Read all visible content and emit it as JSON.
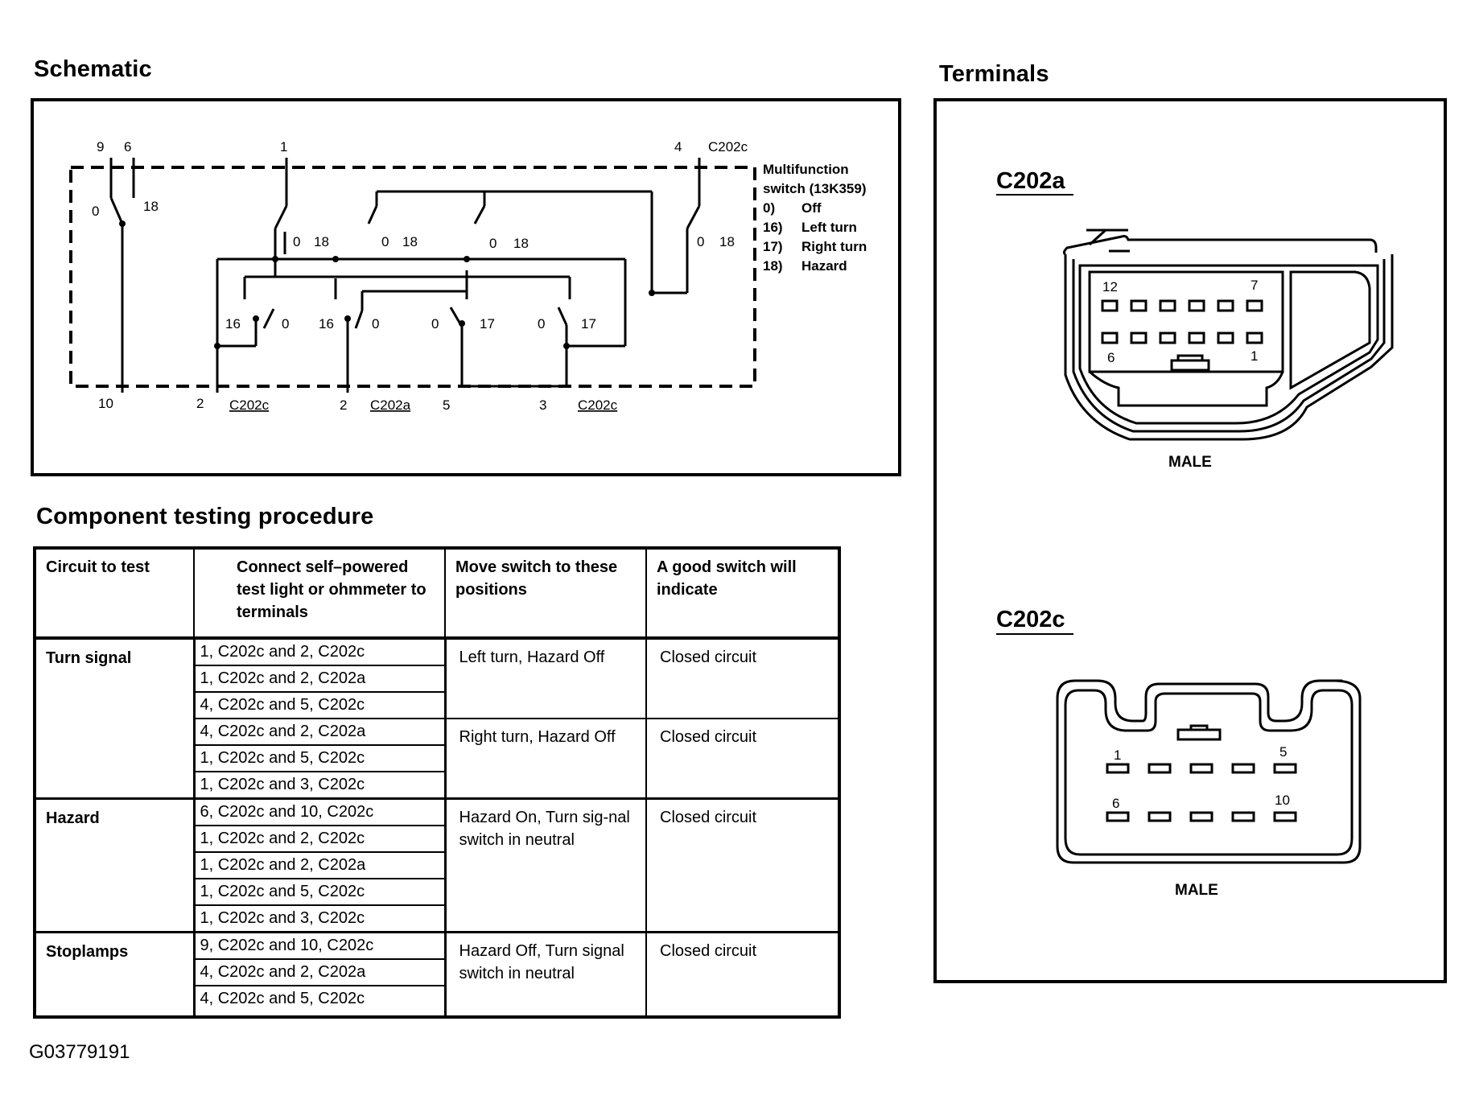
{
  "schematic": {
    "title": "Schematic",
    "legend": {
      "name_line1": "Multifunction",
      "name_line2": "switch (13K359)",
      "items": [
        {
          "code": "0)",
          "label": "Off"
        },
        {
          "code": "16)",
          "label": "Left turn"
        },
        {
          "code": "17)",
          "label": "Right turn"
        },
        {
          "code": "18)",
          "label": "Hazard"
        }
      ]
    },
    "top_pins": [
      "9",
      "6",
      "1",
      "4"
    ],
    "top_connector": "C202c",
    "bottom_pins": [
      "10",
      "2",
      "2",
      "5",
      "3"
    ],
    "bottom_connectors": [
      "C202c",
      "C202a",
      "C202c"
    ],
    "switch_labels": [
      "0",
      "18",
      "0",
      "18",
      "0",
      "18",
      "0",
      "18",
      "0",
      "18",
      "16",
      "0",
      "16",
      "0",
      "0",
      "17",
      "0",
      "17"
    ]
  },
  "terminals": {
    "title": "Terminals",
    "connectors": [
      {
        "name": "C202a",
        "gender": "MALE",
        "pins": [
          "12",
          "7",
          "6",
          "1"
        ]
      },
      {
        "name": "C202c",
        "gender": "MALE",
        "pins": [
          "1",
          "5",
          "6",
          "10"
        ]
      }
    ]
  },
  "procedure": {
    "title": "Component testing procedure",
    "headers": [
      "Circuit to test",
      "Connect self–powered test light or ohmmeter to terminals",
      "Move switch to these positions",
      "A good switch will indicate"
    ],
    "rows": [
      {
        "circuit": "Turn signal",
        "groups": [
          {
            "terminals": [
              "1, C202c and 2, C202c",
              "1, C202c and 2, C202a",
              "4, C202c and 5, C202c"
            ],
            "position": "Left turn, Hazard Off",
            "indication": "Closed circuit"
          },
          {
            "terminals": [
              "4, C202c and 2, C202a",
              "1, C202c and 5, C202c",
              "1, C202c and 3, C202c"
            ],
            "position": "Right turn, Hazard Off",
            "indication": "Closed circuit"
          }
        ]
      },
      {
        "circuit": "Hazard",
        "groups": [
          {
            "terminals": [
              "6, C202c and 10, C202c",
              "1, C202c and 2, C202c",
              "1, C202c and 2, C202a",
              "1, C202c and 5, C202c",
              "1, C202c and 3, C202c"
            ],
            "position": "Hazard On, Turn sig-nal switch in neutral",
            "indication": "Closed circuit"
          }
        ]
      },
      {
        "circuit": "Stoplamps",
        "groups": [
          {
            "terminals": [
              "9, C202c and 10, C202c",
              "4, C202c and 2, C202a",
              "4, C202c and 5, C202c"
            ],
            "position": "Hazard Off, Turn signal switch in neutral",
            "indication": "Closed circuit"
          }
        ]
      }
    ]
  },
  "figure_id": "G03779191"
}
